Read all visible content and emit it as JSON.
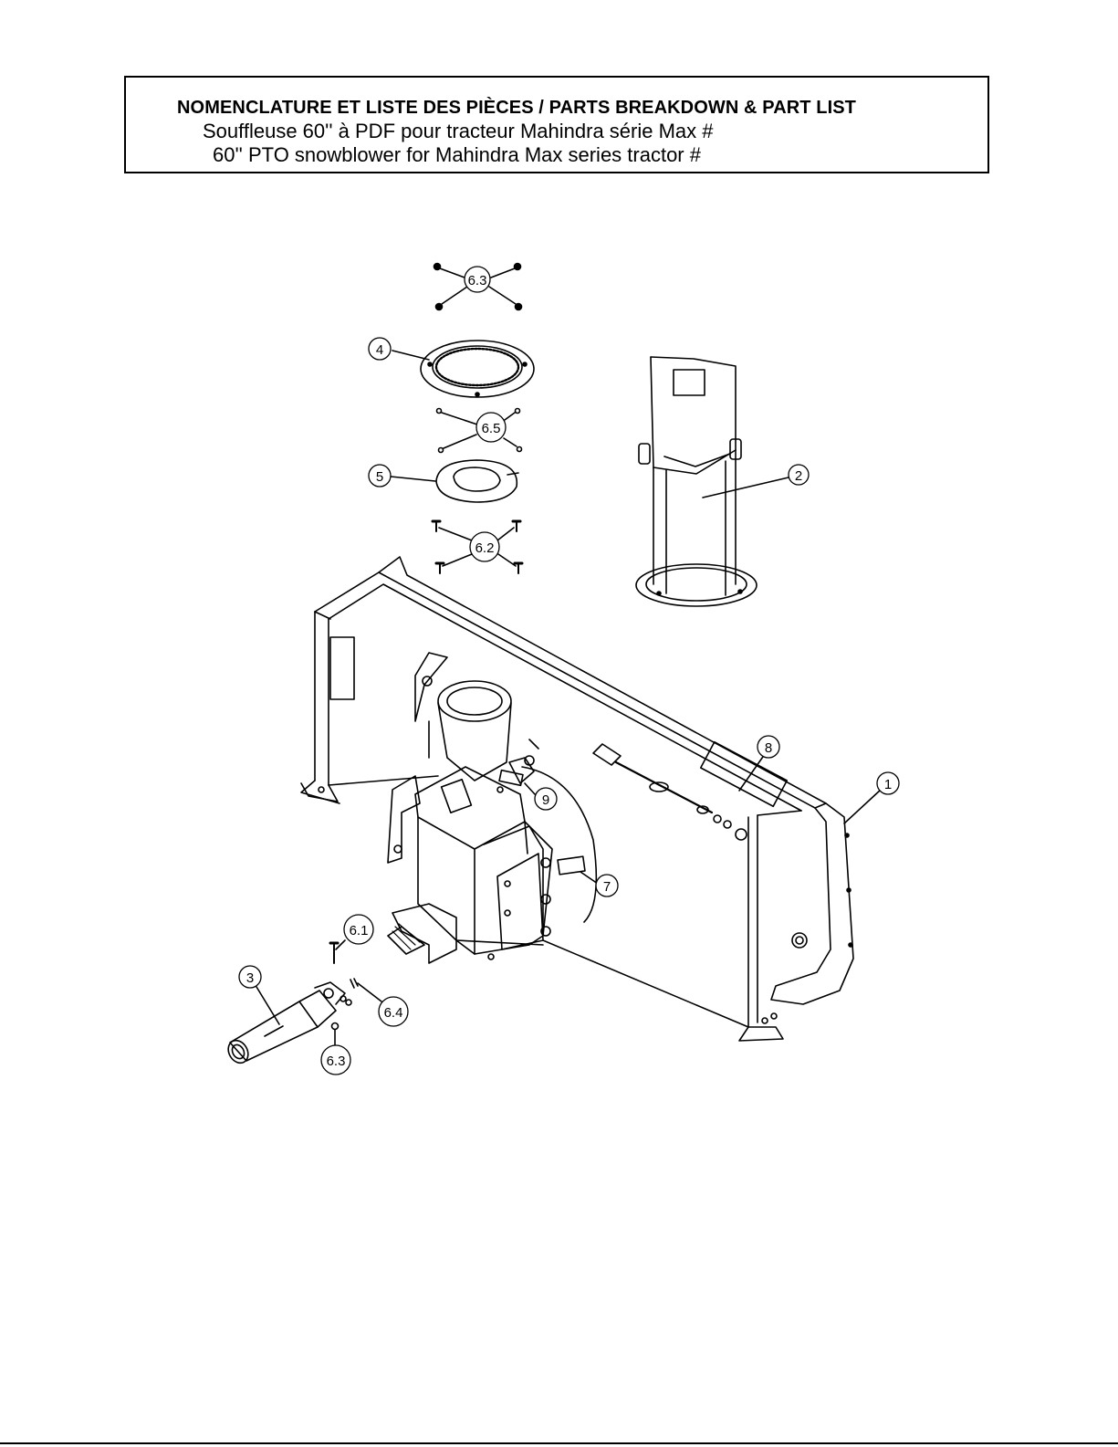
{
  "header": {
    "title": "NOMENCLATURE ET LISTE DES PIÈCES / PARTS BREAKDOWN & PART LIST",
    "subtitle_fr": "Souffleuse 60'' à PDF pour tracteur Mahindra série Max #",
    "subtitle_en": "60'' PTO snowblower for Mahindra Max series tractor #"
  },
  "callouts": {
    "c1": "1",
    "c2": "2",
    "c3": "3",
    "c4": "4",
    "c5": "5",
    "c6_1": "6.1",
    "c6_2": "6.2",
    "c6_3_top": "6.3",
    "c6_3_bottom": "6.3",
    "c6_4": "6.4",
    "c6_5": "6.5",
    "c7": "7",
    "c8": "8",
    "c9": "9"
  }
}
